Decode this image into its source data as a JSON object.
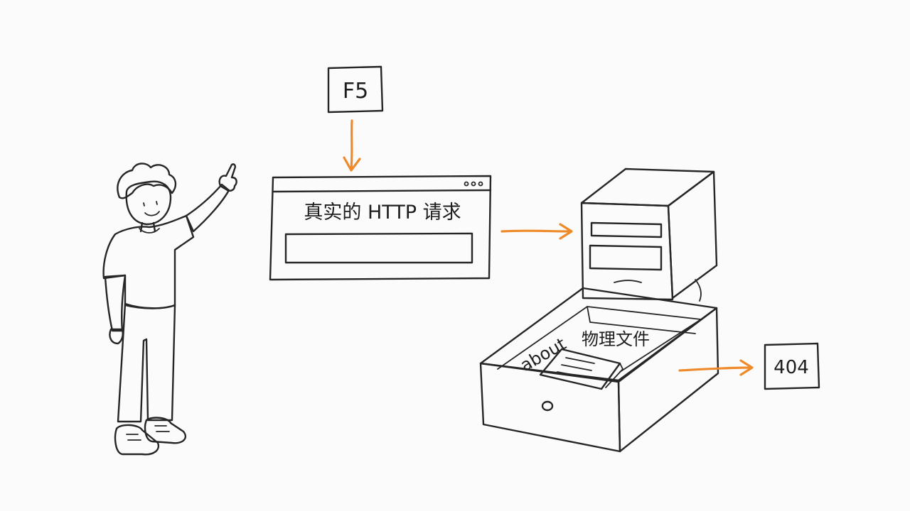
{
  "keys": {
    "refresh": "F5"
  },
  "browser": {
    "title": "真实的 HTTP 请求"
  },
  "drawer": {
    "handwritten_label": "about",
    "label": "物理文件"
  },
  "response": {
    "status": "404"
  },
  "colors": {
    "ink": "#262626",
    "arrow": "#ee8a2a",
    "file_fill": "#a7dfe2",
    "shirt": "#ffffff",
    "pants": "#5a5a5a",
    "shoes": "#2f63c9",
    "background": "#fbfbfb"
  }
}
